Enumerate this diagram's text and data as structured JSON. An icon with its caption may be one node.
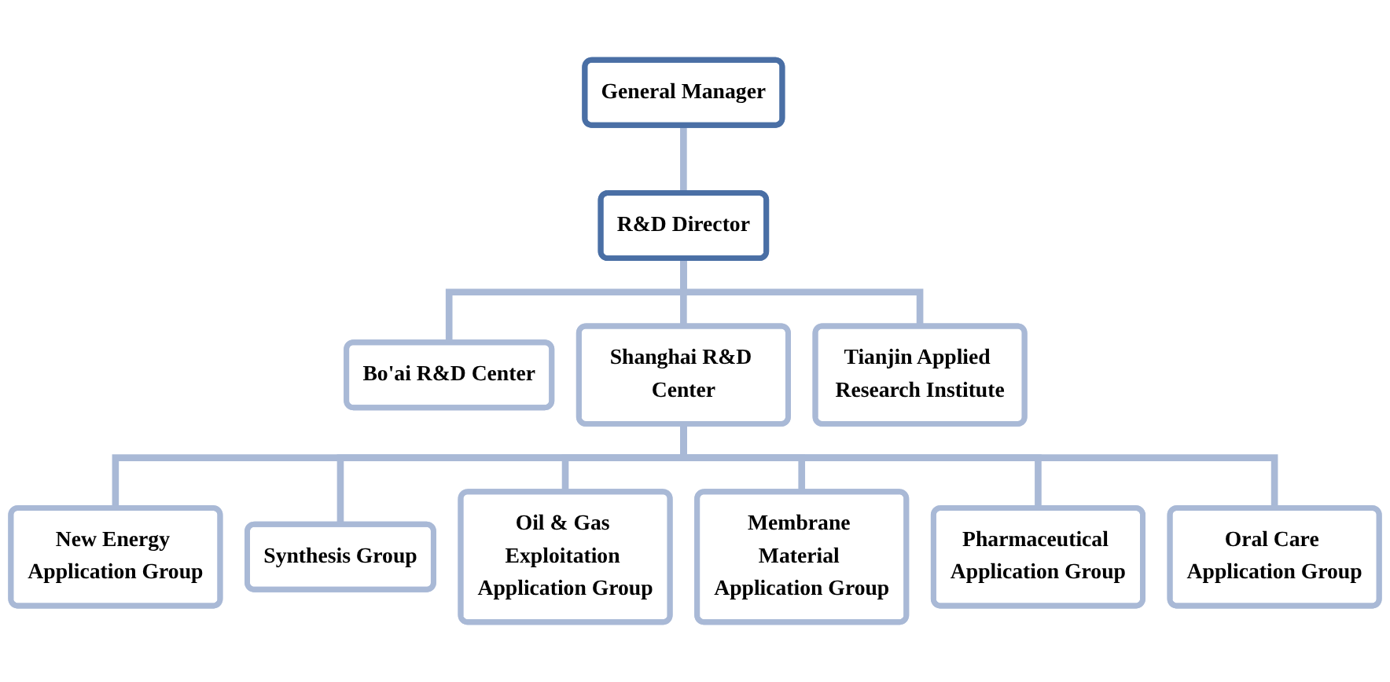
{
  "diagram": {
    "nodes": [
      {
        "text": [
          "General Manager"
        ]
      },
      {
        "text": [
          "R&D Director"
        ]
      },
      {
        "text": [
          "Bo'ai R&D Center"
        ]
      },
      {
        "text": [
          "Shanghai R&D Center"
        ]
      },
      {
        "text": [
          "Tianjin Applied Research Institute"
        ]
      },
      {
        "text": [
          "New Energy Application Group"
        ]
      },
      {
        "text": [
          "Synthesis Group"
        ]
      },
      {
        "text": [
          "Oil & Gas Exploitation Application Group"
        ]
      },
      {
        "text": [
          "Membrane Material Application Group"
        ]
      },
      {
        "text": [
          "Pharmaceutical Application Group"
        ]
      },
      {
        "text": [
          "Oral Care Application Group"
        ]
      }
    ],
    "edges": [
      {
        "from": 0,
        "to": 1,
        "arrow": "none"
      },
      {
        "from": 1,
        "to": 2,
        "arrow": "none"
      },
      {
        "from": 1,
        "to": 3,
        "arrow": "none"
      },
      {
        "from": 1,
        "to": 4,
        "arrow": "none"
      },
      {
        "from": 3,
        "to": 5,
        "arrow": "none"
      },
      {
        "from": 3,
        "to": 6,
        "arrow": "none"
      },
      {
        "from": 3,
        "to": 7,
        "arrow": "none"
      },
      {
        "from": 3,
        "to": 8,
        "arrow": "none"
      },
      {
        "from": 3,
        "to": 9,
        "arrow": "none"
      },
      {
        "from": 3,
        "to": 10,
        "arrow": "none"
      }
    ]
  }
}
